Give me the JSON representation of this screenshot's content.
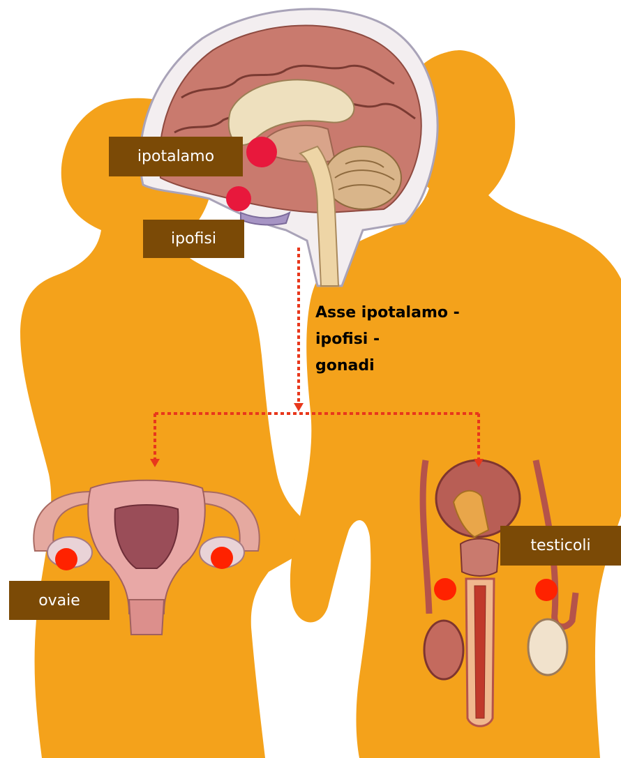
{
  "labels": {
    "hypothalamus": "ipotalamo",
    "pituitary": "ipofisi",
    "ovaries": "ovaie",
    "testes": "testicoli"
  },
  "axis_caption": {
    "line1": "Asse ipotalamo -",
    "line2": "ipofisi -",
    "line3": "gonadi"
  },
  "colors": {
    "silhouette": "#F4A21B",
    "label_box": "#7B4A06",
    "label_text": "#FFFFFF",
    "marker": "#E8183C",
    "gonad_marker": "#FF2200",
    "arrow": "#E8371C",
    "brain": "#C97A6E",
    "uterus": "#D98A8A",
    "male_organs": "#B5534A"
  },
  "icons": [
    "brain-illustration",
    "female-reproductive-illustration",
    "male-reproductive-illustration"
  ]
}
